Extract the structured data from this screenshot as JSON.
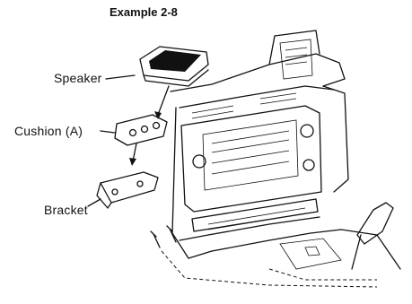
{
  "title": "Example 2-8",
  "labels": {
    "speaker": "Speaker",
    "cushion": "Cushion (A)",
    "bracket": "Bracket"
  },
  "colors": {
    "ink": "#111111",
    "background": "#ffffff"
  }
}
